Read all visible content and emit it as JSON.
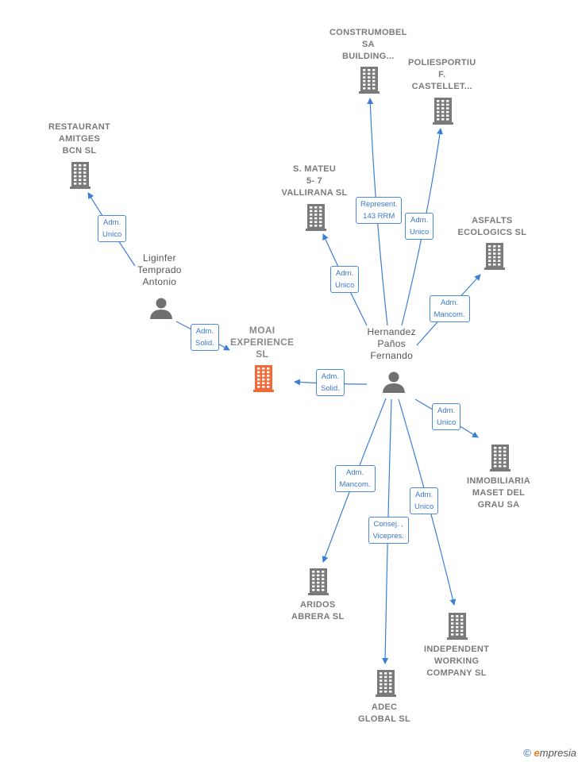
{
  "colors": {
    "edge": "#3a7fd5",
    "building": "#7a7a7a",
    "main_building": "#f26a3a",
    "person": "#707070"
  },
  "nodes": [
    {
      "id": "moai",
      "kind": "company",
      "main": true,
      "label": "MOAI\nEXPERIENCE\nSL"
    },
    {
      "id": "restaurant",
      "kind": "company",
      "label": "RESTAURANT\nAMITGES\nBCN  SL"
    },
    {
      "id": "construmobel",
      "kind": "company",
      "label": "CONSTRUMOBEL\nSA\nBUILDING..."
    },
    {
      "id": "poliesportiu",
      "kind": "company",
      "label": "POLIESPORTIU\nF.\nCASTELLET..."
    },
    {
      "id": "smateu",
      "kind": "company",
      "label": "S.  MATEU\n5- 7\nVALLIRANA  SL"
    },
    {
      "id": "asfalts",
      "kind": "company",
      "label": "ASFALTS\nECOLOGICS SL"
    },
    {
      "id": "inmobiliaria",
      "kind": "company",
      "label": "INMOBILIARIA\nMASET DEL\nGRAU SA"
    },
    {
      "id": "aridos",
      "kind": "company",
      "label": "ARIDOS\nABRERA SL"
    },
    {
      "id": "adec",
      "kind": "company",
      "label": "ADEC\nGLOBAL SL"
    },
    {
      "id": "independent",
      "kind": "company",
      "label": "INDEPENDENT\nWORKING\nCOMPANY SL"
    },
    {
      "id": "liginfer",
      "kind": "person",
      "label": "Liginfer\nTemprado\nAntonio"
    },
    {
      "id": "hernandez",
      "kind": "person",
      "label": "Hernandez\nPaños\nFernando"
    }
  ],
  "edges": [
    {
      "from": "liginfer",
      "to": "restaurant",
      "label": "Adm.\nUnico"
    },
    {
      "from": "liginfer",
      "to": "moai",
      "label": "Adm.\nSolid."
    },
    {
      "from": "hernandez",
      "to": "moai",
      "label": "Adm.\nSolid."
    },
    {
      "from": "hernandez",
      "to": "construmobel",
      "label": "Represent.\n143 RRM"
    },
    {
      "from": "hernandez",
      "to": "poliesportiu",
      "label": "Adm.\nUnico"
    },
    {
      "from": "hernandez",
      "to": "smateu",
      "label": "Adm.\nUnico"
    },
    {
      "from": "hernandez",
      "to": "asfalts",
      "label": "Adm.\nMancom."
    },
    {
      "from": "hernandez",
      "to": "inmobiliaria",
      "label": "Adm.\nUnico"
    },
    {
      "from": "hernandez",
      "to": "aridos",
      "label": "Adm.\nMancom."
    },
    {
      "from": "hernandez",
      "to": "adec",
      "label": "Consej. ,\nVicepres."
    },
    {
      "from": "hernandez",
      "to": "independent",
      "label": "Adm.\nUnico"
    }
  ],
  "footer": {
    "copyright": "©",
    "brand_initial": "e",
    "brand_rest": "mpresia"
  }
}
